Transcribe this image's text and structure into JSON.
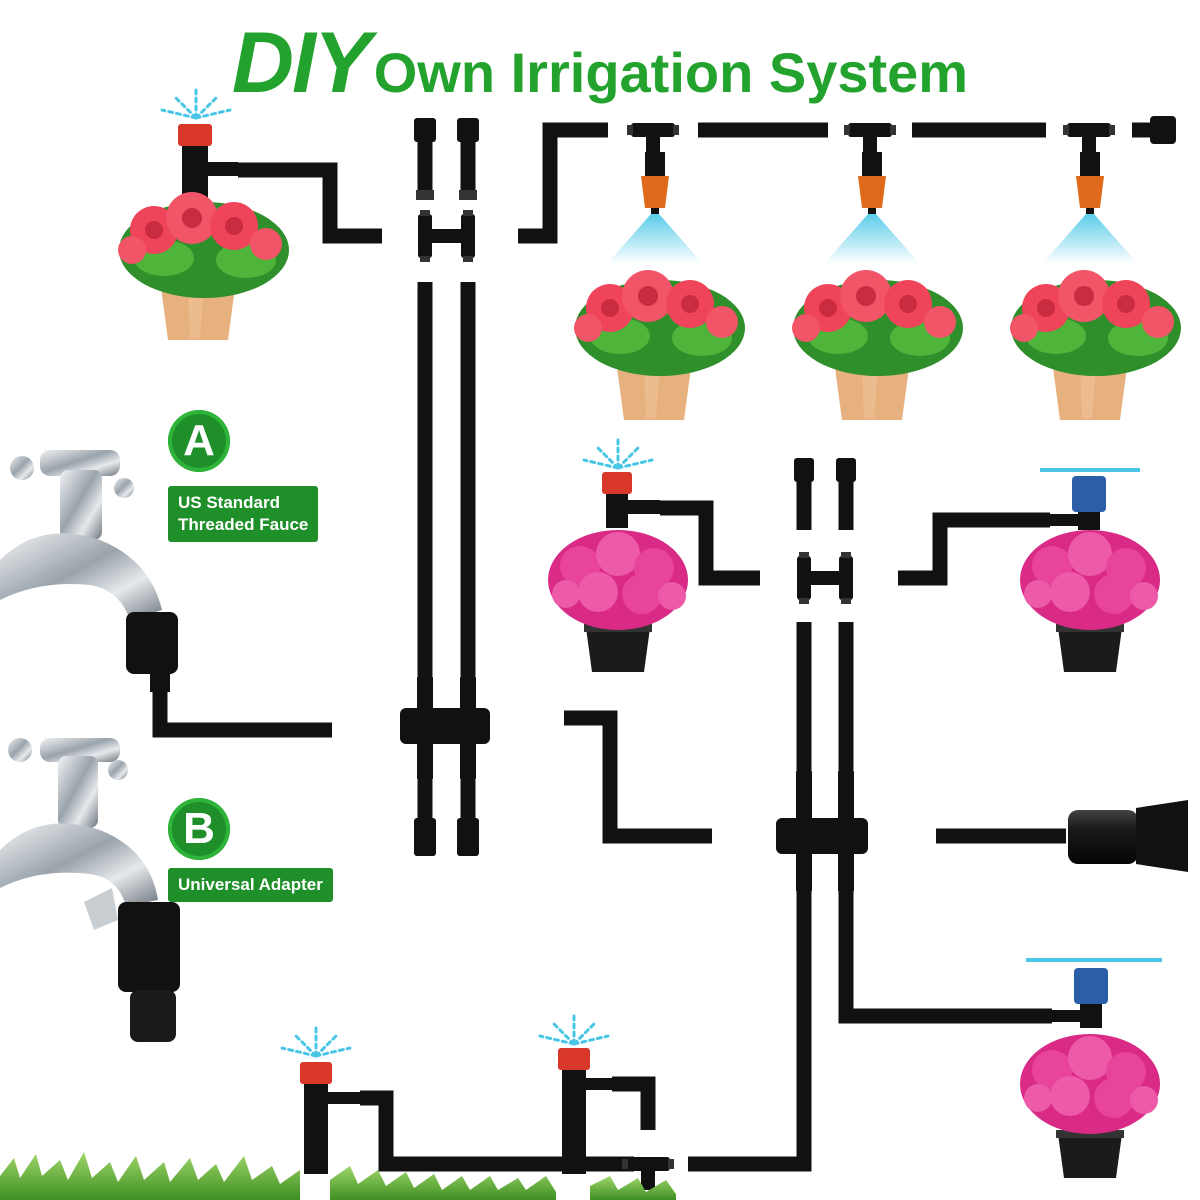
{
  "title": {
    "prefix": "DIY",
    "rest": "Own Irrigation System"
  },
  "options": [
    {
      "letter": "A",
      "label_lines": [
        "US Standard",
        "Threaded Fauce"
      ]
    },
    {
      "letter": "B",
      "label_lines": [
        "Universal Adapter"
      ]
    }
  ],
  "colors": {
    "title_green": "#23a32e",
    "badge_green": "#1f8f2a",
    "tube_black": "#111111",
    "nozzle_orange": "#e06a1b",
    "sprinkler_red": "#d8372a",
    "sprinkler_blue": "#2a5fa8",
    "spray_blue": "#49c6e6",
    "flower_red": "#f0445a",
    "flower_pink": "#e0338f",
    "terracotta": "#e7b07f",
    "grass_green": "#6cb83a"
  },
  "icons": [
    "faucet-icon",
    "tube-connector-icon",
    "tee-fitting-icon",
    "mist-nozzle-icon",
    "sprinkler-icon",
    "end-cap-icon",
    "flower-pot-icon",
    "grass-icon"
  ]
}
